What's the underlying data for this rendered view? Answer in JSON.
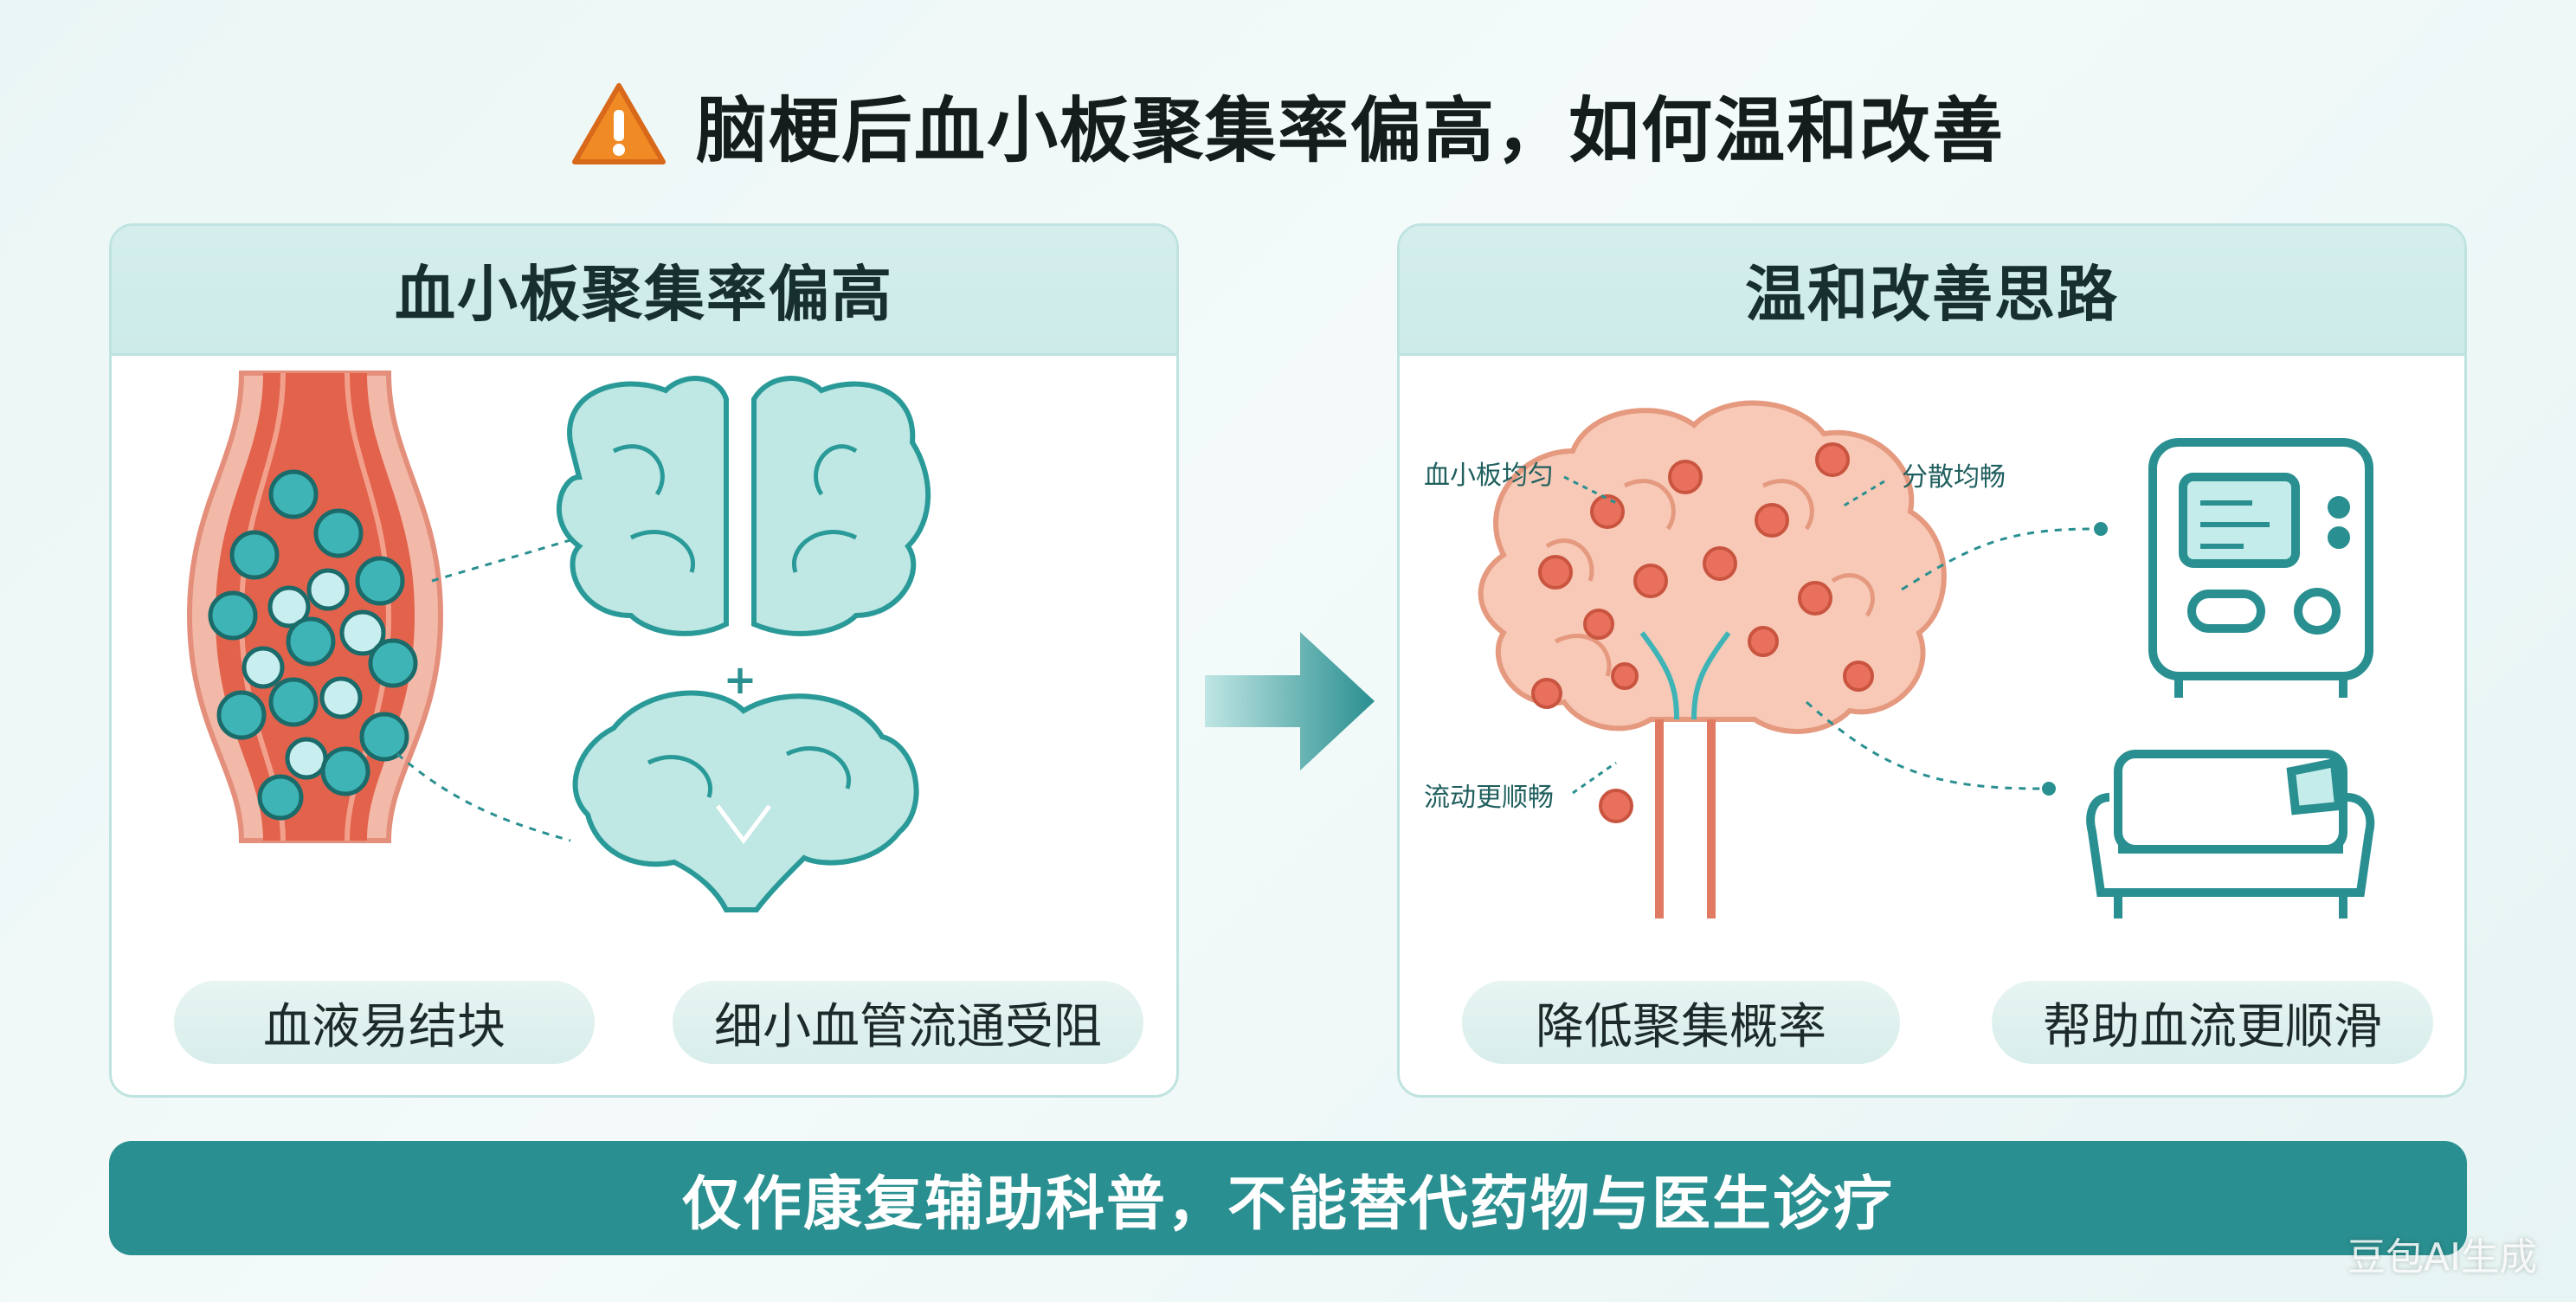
{
  "title": {
    "text": "脑梗后血小板聚集率偏高，如何温和改善",
    "icon": "warning-icon"
  },
  "left_panel": {
    "title": "血小板聚集率偏高",
    "plus": "+",
    "pills": [
      "血液易结块",
      "细小血管流通受阻"
    ]
  },
  "right_panel": {
    "title": "温和改善思路",
    "annotations": [
      "血小板均匀",
      "分散均畅",
      "流动更顺畅"
    ],
    "pills": [
      "降低聚集概率",
      "帮助血流更顺滑"
    ]
  },
  "banner": {
    "text": "仅作康复辅助科普，不能替代药物与医生诊疗"
  },
  "watermark": "豆包AI生成",
  "colors": {
    "teal": "#2a8f90",
    "vessel_red": "#e06a55",
    "brain_teal": "#bfe7e3",
    "brain_pink": "#f7c9b6",
    "warning": "#f08a24"
  }
}
